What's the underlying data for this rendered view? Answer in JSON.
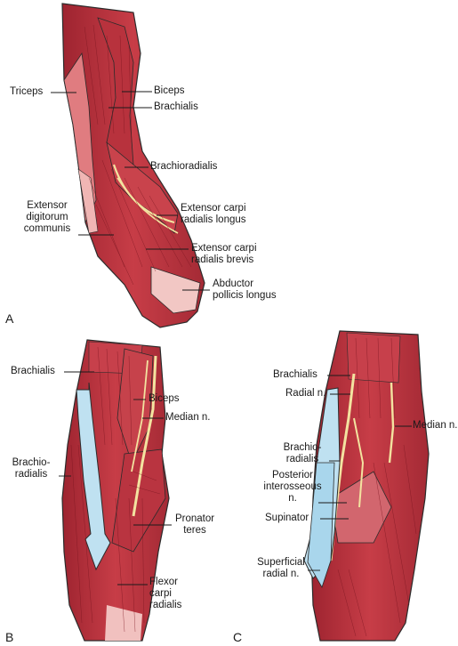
{
  "panels": [
    {
      "letter": "A",
      "labels": {
        "triceps": "Triceps",
        "biceps": "Biceps",
        "brachialis": "Brachialis",
        "brachioradialis": "Brachioradialis",
        "extensor_digitorum_communis": "Extensor\ndigitorum\ncommunis",
        "extensor_carpi_radialis_longus": "Extensor carpi\nradialis longus",
        "extensor_carpi_radialis_brevis": "Extensor carpi\nradialis brevis",
        "abductor_pollicis_longus": "Abductor\npollicis longus"
      }
    },
    {
      "letter": "B",
      "labels": {
        "brachialis": "Brachialis",
        "biceps": "Biceps",
        "median_n": "Median n.",
        "brachioradialis": "Brachio-\nradialis",
        "pronator_teres": "Pronator\nteres",
        "flexor_carpi_radialis": "Flexor\ncarpi\nradialis"
      }
    },
    {
      "letter": "C",
      "labels": {
        "brachialis": "Brachialis",
        "radial_n": "Radial n.",
        "median_n": "Median n.",
        "brachioradialis": "Brachio-\nradialis",
        "posterior_interosseous_n": "Posterior\ninterosseous\nn.",
        "supinator": "Supinator",
        "superficial_radial_n": "Superficial\nradial n."
      }
    }
  ],
  "colors": {
    "muscle": "#c0353f",
    "muscle_dark": "#8e1f2b",
    "muscle_light": "#e48a8e",
    "tendon": "#f2c7c4",
    "nerve": "#f3e3a0",
    "arrow": "#bfe1f1",
    "outline": "#2b2b2b"
  }
}
